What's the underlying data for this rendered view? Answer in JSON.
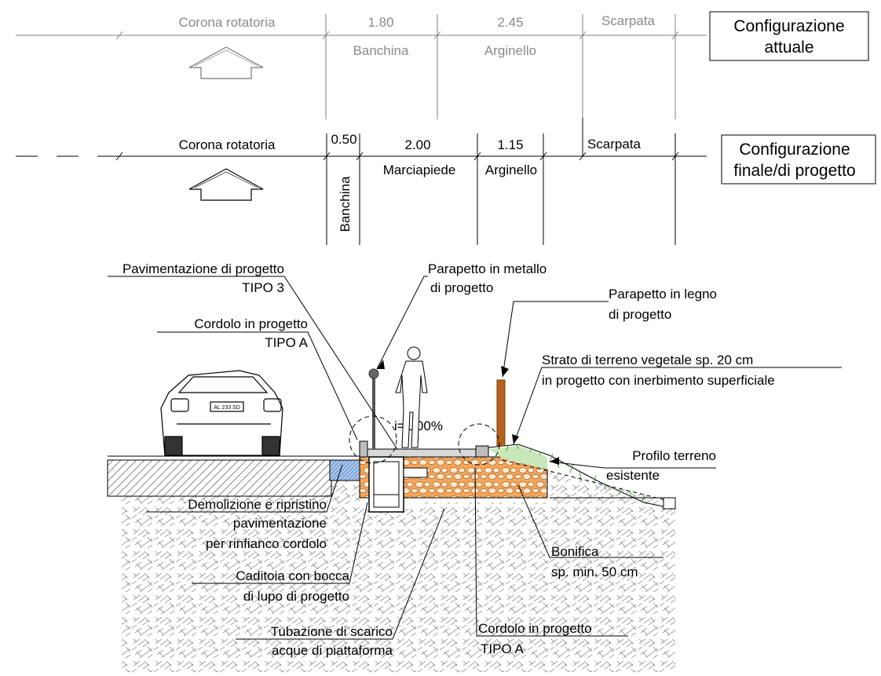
{
  "config_current": {
    "title_line1": "Configurazione",
    "title_line2": "attuale",
    "labels": {
      "corona": "Corona rotatoria",
      "dim1": "1.80",
      "banchina": "Banchina",
      "dim2": "2.45",
      "arginello": "Arginello",
      "scarpata": "Scarpata"
    }
  },
  "config_project": {
    "title_line1": "Configurazione",
    "title_line2": "finale/di progetto",
    "labels": {
      "corona": "Corona rotatoria",
      "dim0": "0.50",
      "banchina": "Banchina",
      "dim1": "2.00",
      "marciapiede": "Marciapiede",
      "dim2": "1.15",
      "arginello": "Arginello",
      "scarpata": "Scarpata"
    }
  },
  "section": {
    "slope_label": "i=1.00%",
    "plate_text": "AL 233 SD"
  },
  "callouts": {
    "pavimentazione_1": "Pavimentazione di progetto",
    "pavimentazione_2": "TIPO 3",
    "parapetto_metallo_1": "Parapetto in metallo",
    "parapetto_metallo_2": "di progetto",
    "parapetto_legno_1": "Parapetto in legno",
    "parapetto_legno_2": "di progetto",
    "cordolo_top_1": "Cordolo in progetto",
    "cordolo_top_2": "TIPO A",
    "strato_1": "Strato di terreno vegetale sp. 20 cm",
    "strato_2": "in progetto con inerbimento superficiale",
    "profilo_1": "Profilo terreno",
    "profilo_2": "esistente",
    "demolizione_1": "Demolizione e ripristino",
    "demolizione_2": "pavimentazione",
    "demolizione_3": "per rinfianco cordolo",
    "bonifica_1": "Bonifica",
    "bonifica_2": "sp. min. 50 cm",
    "caditoia_1": "Caditoia con bocca",
    "caditoia_2": "di lupo di progetto",
    "tubazione_1": "Tubazione di scarico",
    "tubazione_2": "acque di piattaforma",
    "cordolo_bot_1": "Cordolo in progetto",
    "cordolo_bot_2": "TIPO A"
  },
  "colors": {
    "bonifica_fill": "#f7a65a",
    "bonifica_stone": "#fde9cf",
    "parapetto_legno": "#b5621c",
    "cordolo_blue": "#a8c8f0",
    "grass": "#7cc46a"
  }
}
